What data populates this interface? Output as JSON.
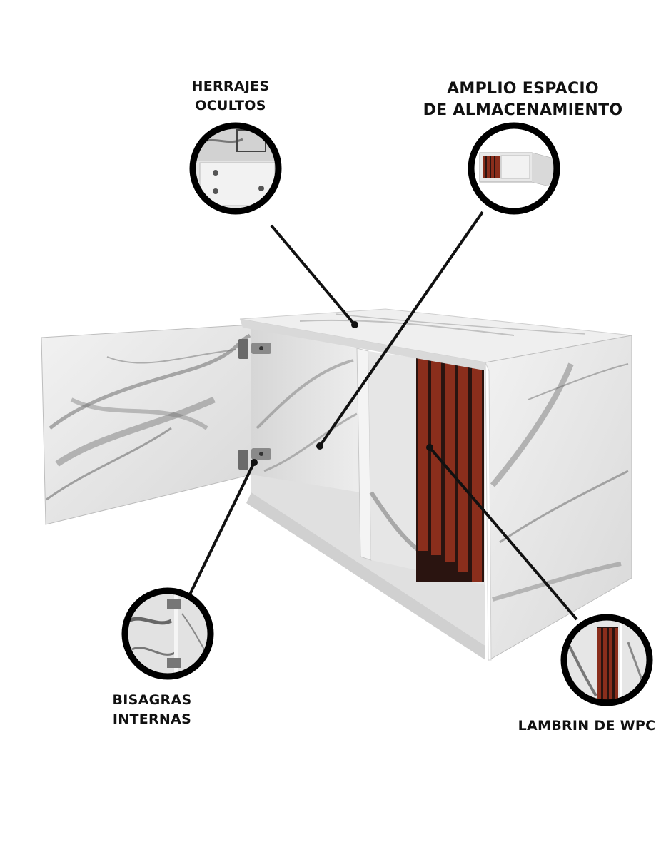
{
  "callouts": {
    "hardware": {
      "label": "HERRAJES\nOCULTOS",
      "icon": "hidden-hardware-closeup"
    },
    "storage": {
      "label": "AMPLIO ESPACIO\nDE ALMACENAMIENTO",
      "icon": "storage-space-closeup"
    },
    "hinges": {
      "label": "BISAGRAS\nINTERNAS",
      "icon": "internal-hinge-closeup"
    },
    "panel": {
      "label": "LAMBRIN DE WPC",
      "icon": "wpc-panel-closeup"
    }
  },
  "colors": {
    "marble": "#e9e9e9",
    "marble_vein": "#6d6d6d",
    "wpc_slat": "#8a2e1c",
    "wpc_gap": "#2a1410",
    "leader_line": "#111111",
    "circle_border": "#000000"
  }
}
